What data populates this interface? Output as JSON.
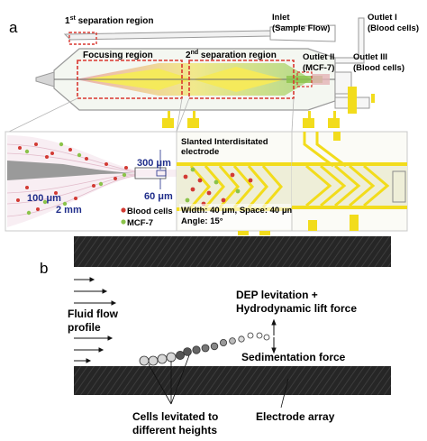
{
  "panel_a": {
    "label": "a",
    "regions": {
      "first_separation": "separation region",
      "first_separation_sup": "st",
      "first_separation_num": "1",
      "focusing": "Focusing region",
      "second_separation_num": "2",
      "second_separation_sup": "nd",
      "second_separation": "separation region"
    },
    "inlet": {
      "line1": "Inlet",
      "line2": "(Sample Flow)"
    },
    "outlet1": {
      "line1": "Outlet I",
      "line2": "(Blood cells)"
    },
    "outlet2": {
      "line1": "Outlet II",
      "line2": "(MCF-7)"
    },
    "outlet3": {
      "line1": "Outlet III",
      "line2": "(Blood cells)"
    },
    "inset_left": {
      "width_top": "300 μm",
      "width_mid": "60 μm",
      "width_small": "100 μm",
      "length": "2 mm",
      "legend": [
        "Blood cells",
        "MCF-7"
      ]
    },
    "inset_middle": {
      "title_line1": "Slanted Interdisitated",
      "title_line2": "electrode",
      "spec_line1": "Width: 40 μm, Space: 40 μm",
      "spec_line2": "Angle: 15°"
    },
    "colors": {
      "focus_region_box": "#d9362f",
      "blood_cell": "#d23a33",
      "mcf7": "#8bc34a",
      "electrode": "#f2dc1c",
      "channel_fill": "#eef3e9",
      "dimension_text": "#1f2d8a"
    }
  },
  "panel_b": {
    "label": "b",
    "labels": {
      "fluid_flow_1": "Fluid flow",
      "fluid_flow_2": "profile",
      "dep_1": "DEP levitation +",
      "dep_2": "Hydrodynamic lift force",
      "sedimentation": "Sedimentation force",
      "cells_1": "Cells levitated to",
      "cells_2": "different heights",
      "electrode_array": "Electrode array"
    },
    "colors": {
      "wall": "#2b2b2b",
      "cell_dark": "#555555",
      "cell_light": "#d8d8d8"
    }
  }
}
